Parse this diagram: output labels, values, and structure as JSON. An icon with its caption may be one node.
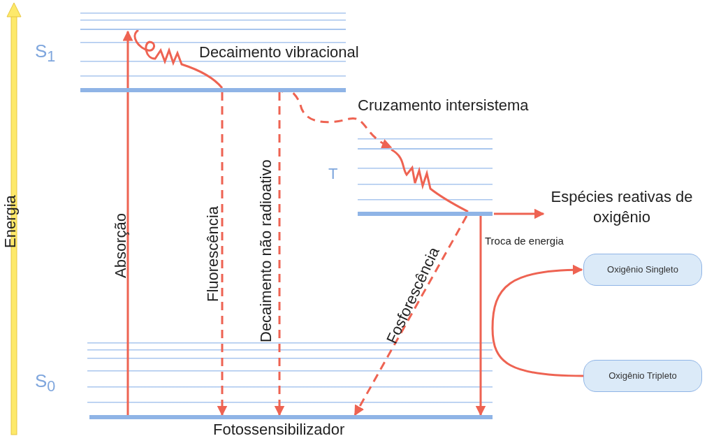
{
  "diagram": {
    "nodes": [
      {
        "text": [],
        "shape": "bar",
        "beside": [
          "S$_{1}$"
        ]
      },
      {
        "text": [],
        "shape": "bar",
        "beside": [
          "T"
        ]
      },
      {
        "text": [],
        "shape": "bar",
        "beside": [
          "S$_{0}$",
          "Fotossensibilizador"
        ]
      },
      {
        "text": [
          "Espécies reativas de oxigênio"
        ]
      },
      {
        "text": [
          "Oxigênio Singleto"
        ]
      },
      {
        "text": [
          "Oxigênio Tripleto"
        ]
      },
      {
        "text": [],
        "shape": "bar"
      },
      {
        "text": [],
        "shape": "bar"
      }
    ],
    "edges": [
      {
        "from": 2,
        "to": 6,
        "arrow": "to",
        "label": "Absorção"
      },
      {
        "from": 6,
        "to": 0,
        "arrow": "none",
        "label": "Decaimento vibracional"
      },
      {
        "from": 0,
        "to": 2,
        "arrow": "to",
        "label": "Fluorescência",
        "style": "dashed"
      },
      {
        "from": 0,
        "to": 2,
        "arrow": "to",
        "label": "Decaimento não radioativo",
        "style": "dashed"
      },
      {
        "from": 0,
        "to": 7,
        "arrow": "to",
        "label": "Cruzamento intersistema",
        "style": "dashed"
      },
      {
        "from": 7,
        "to": 1,
        "arrow": "none"
      },
      {
        "from": 1,
        "to": 2,
        "arrow": "to",
        "label": "Fosforescência",
        "style": "dashed"
      },
      {
        "from": 1,
        "to": 3,
        "arrow": "to"
      },
      {
        "from": 1,
        "to": 2,
        "arrow": "to",
        "label": "Troca de energia"
      },
      {
        "from": 5,
        "to": 4,
        "arrow": "to"
      }
    ],
    "labels": [
      "Energia"
    ]
  }
}
